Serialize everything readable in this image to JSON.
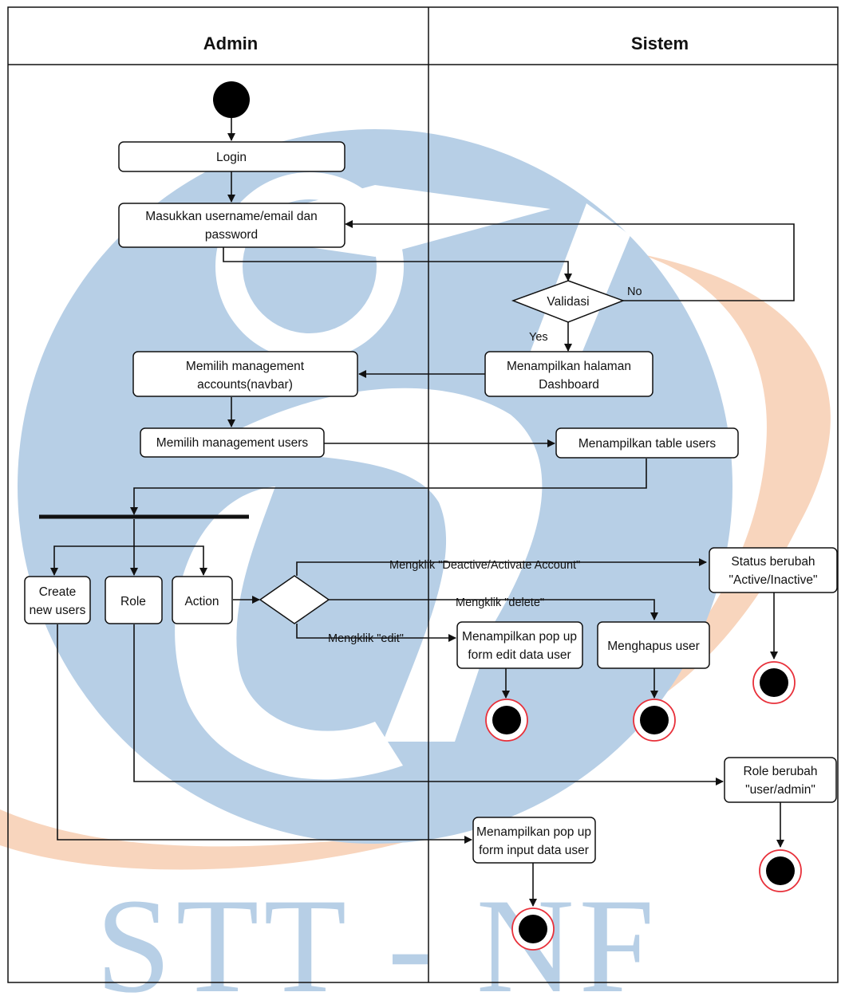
{
  "lanes": {
    "admin": "Admin",
    "sistem": "Sistem"
  },
  "nodes": {
    "login": "Login",
    "masukkan_1": "Masukkan username/email dan",
    "masukkan_2": "password",
    "validasi": "Validasi",
    "dashboard_1": "Menampilkan halaman",
    "dashboard_2": "Dashboard",
    "mgmt_accounts_1": "Memilih management",
    "mgmt_accounts_2": "accounts(navbar)",
    "mgmt_users": "Memilih management users",
    "table_users": "Menampilkan table users",
    "create_1": "Create",
    "create_2": "new users",
    "role": "Role",
    "action": "Action",
    "status_1": "Status berubah",
    "status_2": "\"Active/Inactive\"",
    "popup_edit_1": "Menampilkan pop up",
    "popup_edit_2": "form edit data user",
    "hapus": "Menghapus user",
    "role_change_1": "Role berubah",
    "role_change_2": "\"user/admin\"",
    "popup_input_1": "Menampilkan pop up",
    "popup_input_2": "form input data user"
  },
  "edges": {
    "no": "No",
    "yes": "Yes",
    "deactivate": "Mengklik \"Deactive/Activate Account\"",
    "delete": "Mengklik \"delete\"",
    "edit": "Mengklik \"edit\""
  },
  "watermark": {
    "text": "STT - NF",
    "colors": {
      "blue": "#b7cfe6",
      "orange": "#f8d5bd"
    }
  }
}
